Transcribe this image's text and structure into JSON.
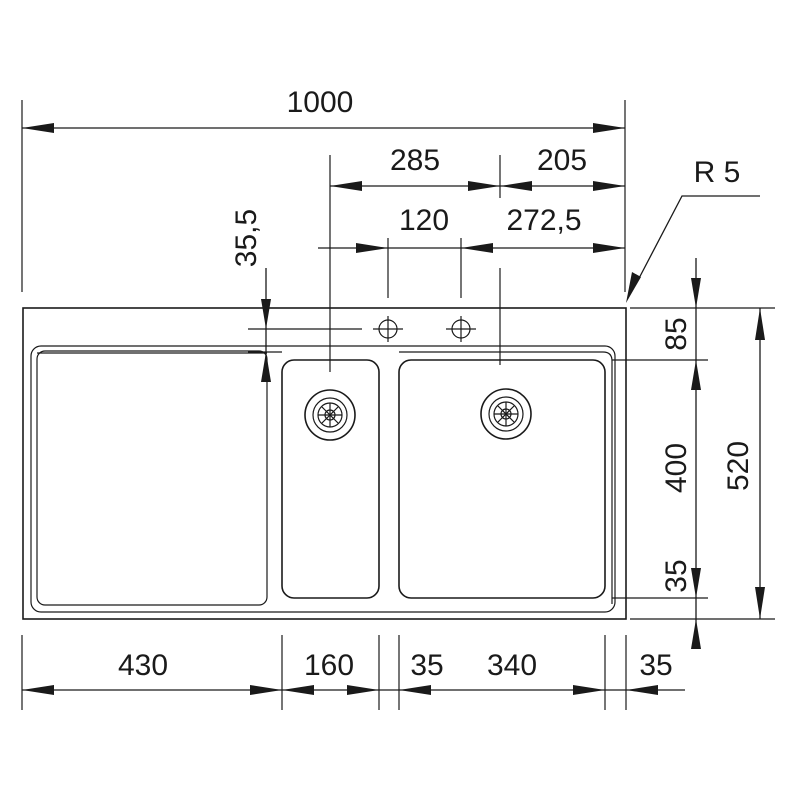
{
  "drawing": {
    "colors": {
      "line": "#1a1a1a",
      "background": "#ffffff"
    },
    "labels": {
      "overall_width": "1000",
      "tap_offset": "285",
      "right_to_tap": "205",
      "corner_radius": "R 5",
      "tap_hole_spacing": "120",
      "tap_to_right": "272,5",
      "tap_hole_inset": "35,5",
      "top_margin": "85",
      "bowl_depth": "400",
      "overall_depth": "520",
      "bottom_margin": "35",
      "drainer_width": "430",
      "small_bowl_width": "160",
      "bowl_gap": "35",
      "large_bowl_width": "340",
      "right_margin": "35"
    }
  }
}
